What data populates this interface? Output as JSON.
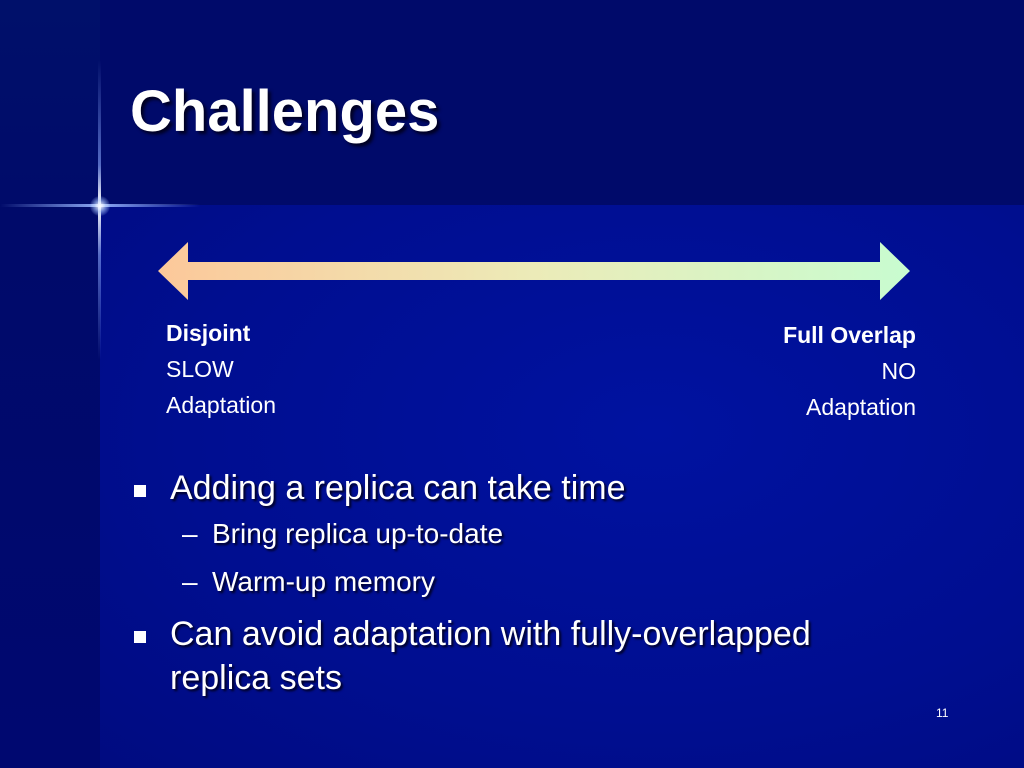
{
  "slide": {
    "title": "Challenges",
    "spectrum": {
      "left": {
        "heading": "Disjoint",
        "line1": "SLOW",
        "line2": "Adaptation"
      },
      "right": {
        "heading": "Full Overlap",
        "line1": "NO",
        "line2": "Adaptation"
      }
    },
    "bullets": [
      {
        "text": "Adding a replica can take time",
        "sub": [
          "Bring replica up-to-date",
          "Warm-up memory"
        ]
      },
      {
        "line1": "Can avoid adaptation with fully-overlapped",
        "line2": "replica sets"
      }
    ],
    "page_number": "11",
    "dash_glyph": "–",
    "colors": {
      "background": "#000c80",
      "arrow_left": "#fcc89a",
      "arrow_right": "#c8fcd0",
      "text": "#ffffff"
    },
    "icons": {
      "bullet": "square-bullet-icon",
      "arrow": "double-headed-arrow-icon",
      "sparkle": "sparkle-icon"
    }
  }
}
